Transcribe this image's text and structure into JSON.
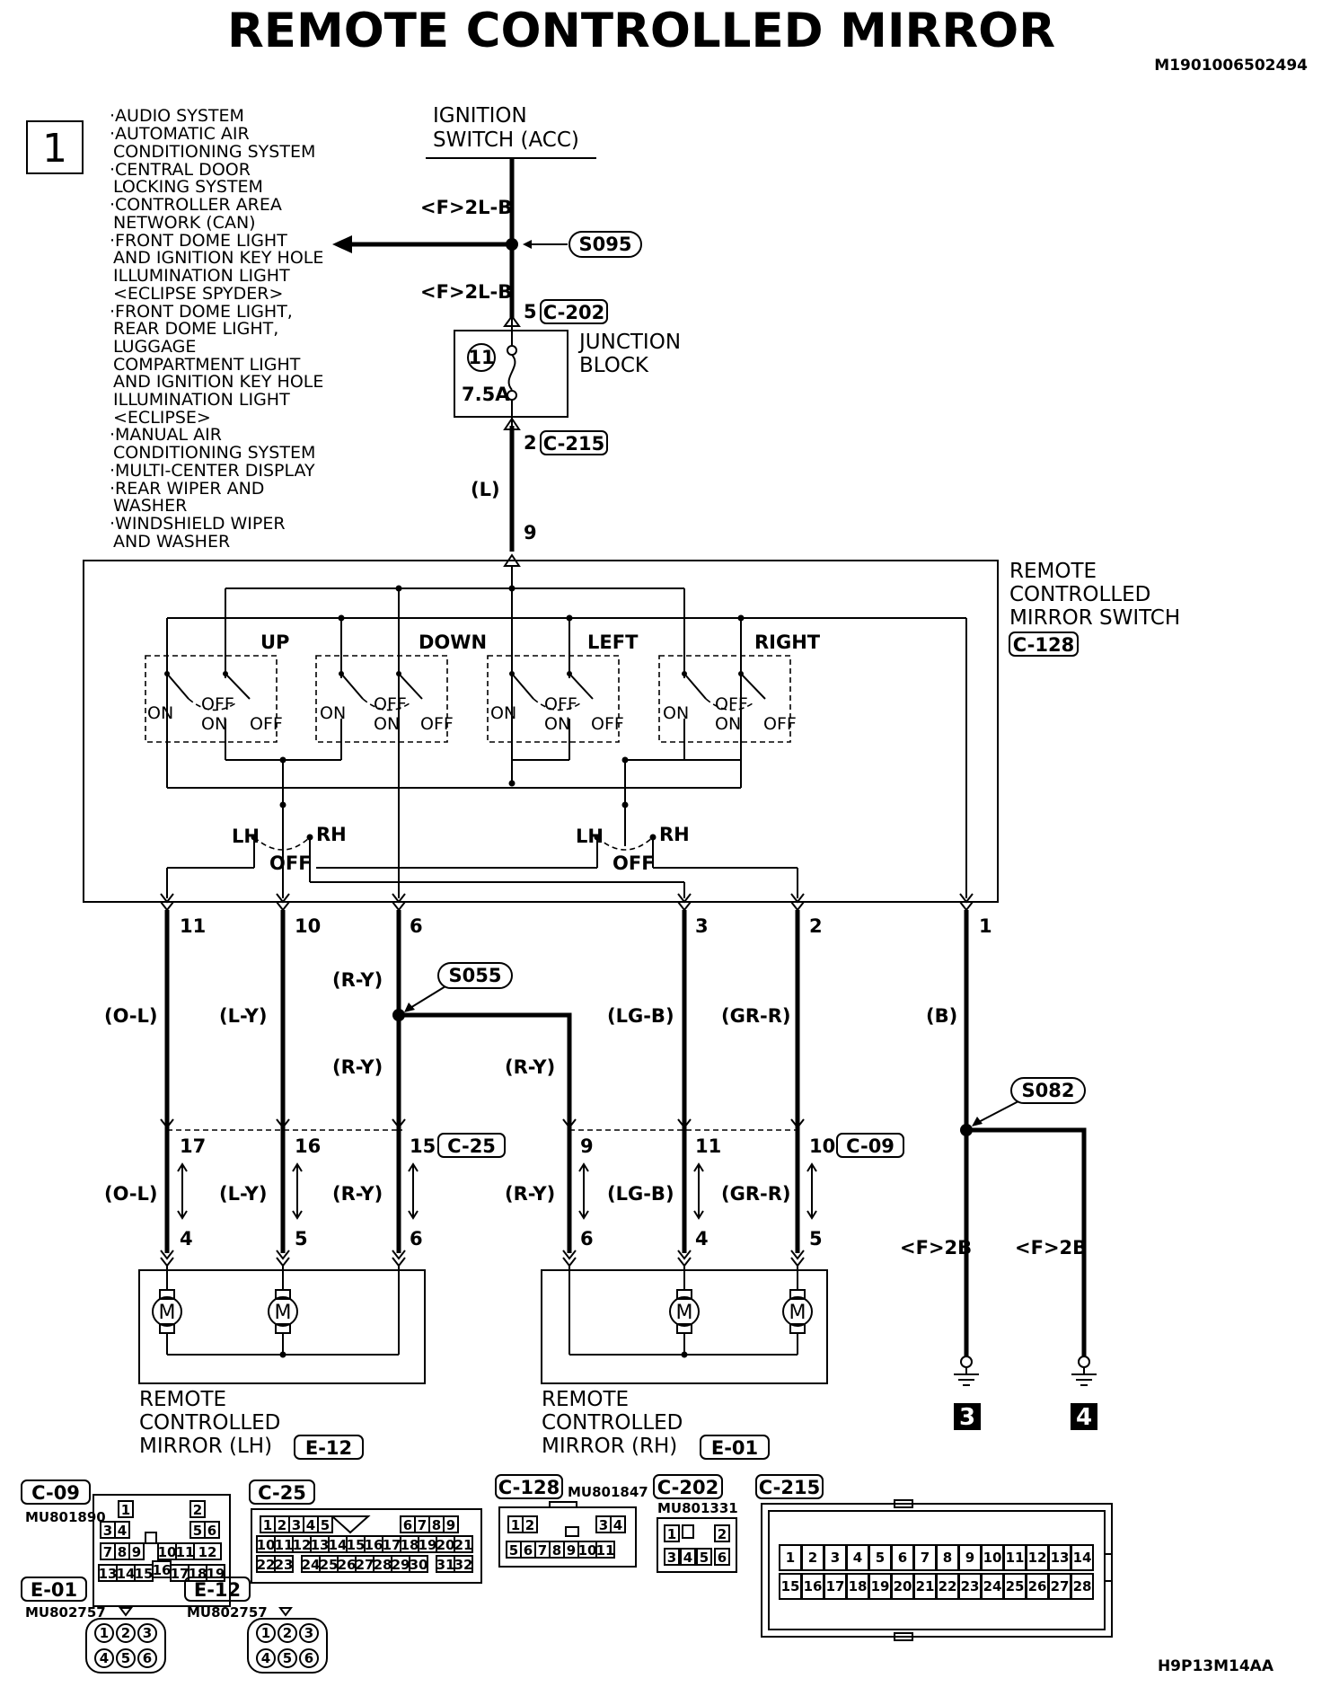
{
  "title": "REMOTE CONTROLLED MIRROR",
  "doc_id": "M1901006502494",
  "footer_id": "H9P13M14AA",
  "box_number": "1",
  "systems_list": [
    "·AUDIO SYSTEM",
    "·AUTOMATIC AIR",
    "CONDITIONING SYSTEM",
    "·CENTRAL DOOR",
    "LOCKING SYSTEM",
    "·CONTROLLER AREA",
    "NETWORK (CAN)",
    "·FRONT DOME LIGHT",
    "AND IGNITION KEY HOLE",
    "ILLUMINATION LIGHT",
    "<ECLIPSE SPYDER>",
    "·FRONT DOME LIGHT,",
    "REAR DOME LIGHT,",
    "LUGGAGE",
    "COMPARTMENT LIGHT",
    "AND IGNITION KEY HOLE",
    "ILLUMINATION LIGHT",
    "<ECLIPSE>",
    "·MANUAL AIR",
    "CONDITIONING SYSTEM",
    "·MULTI-CENTER DISPLAY",
    "·REAR WIPER AND",
    "WASHER",
    "·WINDSHIELD WIPER",
    "AND WASHER"
  ],
  "ignition": {
    "line1": "IGNITION",
    "line2": "SWITCH (ACC)"
  },
  "wire_labels": {
    "f2lb_top": "<F>2L-B",
    "f2lb_bottom": "<F>2L-B",
    "l": "(L)",
    "ol": "(O-L)",
    "ly": "(L-Y)",
    "ry_a": "(R-Y)",
    "ry_b": "(R-Y)",
    "ry_c": "(R-Y)",
    "lgb": "(LG-B)",
    "grr": "(GR-R)",
    "b": "(B)",
    "ol2": "(O-L)",
    "ly2": "(L-Y)",
    "ry2": "(R-Y)",
    "ry3": "(R-Y)",
    "lgb2": "(LG-B)",
    "grr2": "(GR-R)",
    "f2b_a": "<F>2B",
    "f2b_b": "<F>2B"
  },
  "splices": {
    "s095": "S095",
    "s055": "S055",
    "s082": "S082"
  },
  "junction": {
    "line1": "JUNCTION",
    "line2": "BLOCK",
    "fuse_no": "11",
    "fuse_rating": "7.5A",
    "pin_in": "5",
    "conn_in": "C-202",
    "pin_out": "2",
    "conn_out": "C-215"
  },
  "switch": {
    "line1": "REMOTE",
    "line2": "CONTROLLED",
    "line3": "MIRROR SWITCH",
    "connector": "C-128",
    "pin_in": "9",
    "sections": [
      "UP",
      "DOWN",
      "LEFT",
      "RIGHT"
    ],
    "on": "ON",
    "off": "OFF",
    "lh": "LH",
    "rh": "RH",
    "pins_out": [
      "11",
      "10",
      "6",
      "3",
      "2",
      "1"
    ]
  },
  "mid_connectors": {
    "c25": "C-25",
    "c09": "C-09",
    "c25_pins": [
      "17",
      "16",
      "15"
    ],
    "c09_pins": [
      "9",
      "11",
      "10"
    ]
  },
  "mirror_lh": {
    "line1": "REMOTE",
    "line2": "CONTROLLED",
    "line3": "MIRROR (LH)",
    "connector": "E-12",
    "pins": [
      "4",
      "5",
      "6"
    ]
  },
  "mirror_rh": {
    "line1": "REMOTE",
    "line2": "CONTROLLED",
    "line3": "MIRROR (RH)",
    "connector": "E-01",
    "pins": [
      "6",
      "4",
      "5"
    ]
  },
  "motor_label": "M",
  "grounds": [
    "3",
    "4"
  ],
  "connectors": {
    "c09": {
      "name": "C-09",
      "part": "MU801890"
    },
    "c25": {
      "name": "C-25"
    },
    "c128": {
      "name": "C-128",
      "part": "MU801847"
    },
    "c202": {
      "name": "C-202",
      "part": "MU801331"
    },
    "c215": {
      "name": "C-215"
    },
    "e01": {
      "name": "E-01",
      "part": "MU802757"
    },
    "e12": {
      "name": "E-12",
      "part": "MU802757"
    }
  }
}
